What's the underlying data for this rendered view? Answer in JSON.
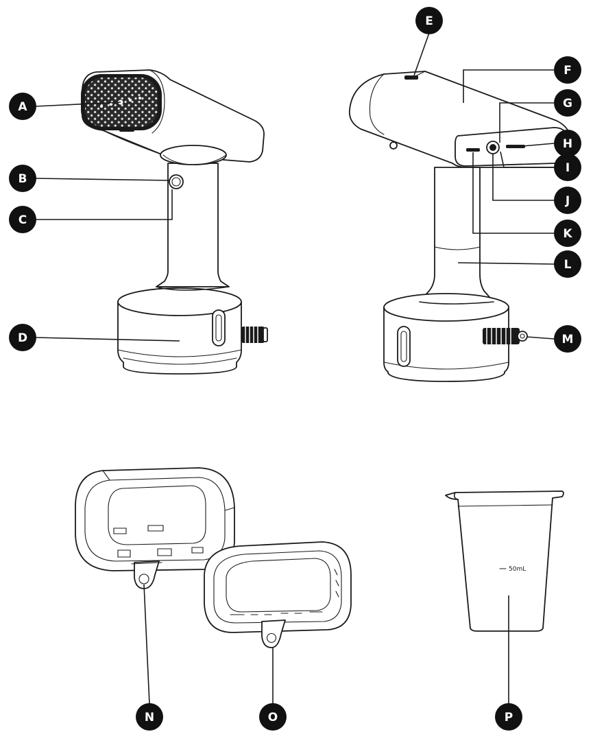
{
  "labels": {
    "a": "A",
    "b": "B",
    "c": "C",
    "d": "D",
    "e": "E",
    "f": "F",
    "g": "G",
    "h": "H",
    "i": "I",
    "j": "J",
    "k": "K",
    "l": "L",
    "m": "M",
    "n": "N",
    "o": "O",
    "p": "P"
  },
  "cup": {
    "marking": "50mL"
  }
}
